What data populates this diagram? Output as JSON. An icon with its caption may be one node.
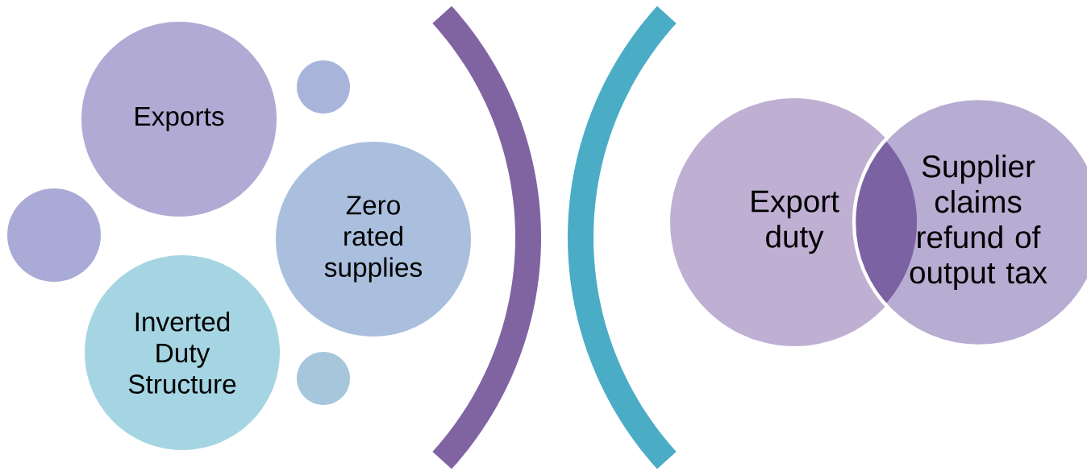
{
  "diagram": {
    "nodes": [
      {
        "text": [
          "Exports"
        ]
      },
      {
        "text": [],
        "shape": "circle"
      },
      {
        "text": [],
        "shape": "circle"
      },
      {
        "text": [
          "Zero rated supplies"
        ]
      },
      {
        "text": [
          "Inverted Duty Structure"
        ]
      },
      {
        "text": [],
        "shape": "circle"
      },
      {
        "text": [],
        "shape": "arc"
      },
      {
        "text": [],
        "shape": "arc"
      },
      {
        "text": [
          "Export duty"
        ]
      },
      {
        "text": [
          "Supplier claims refund of output tax"
        ]
      }
    ]
  }
}
